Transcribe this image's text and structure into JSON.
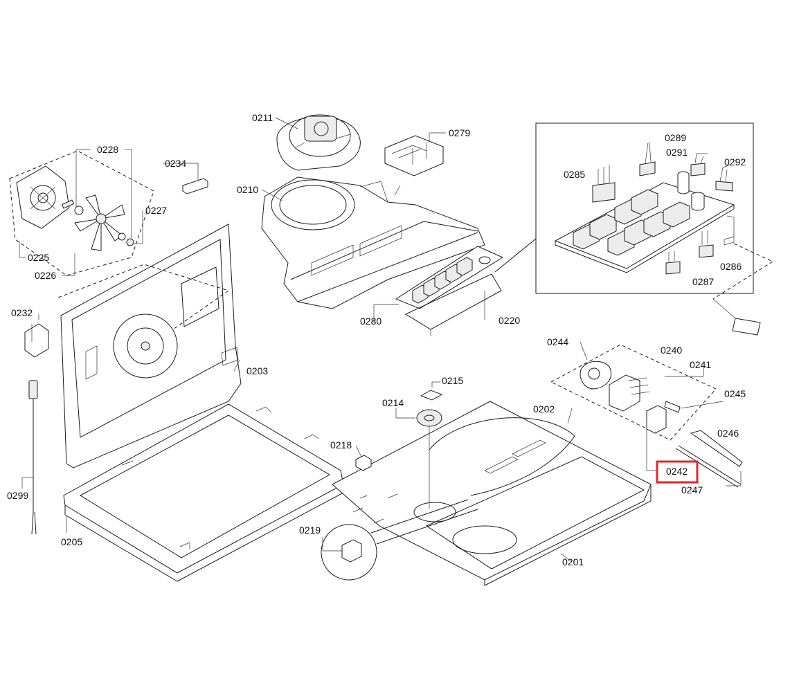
{
  "labels": {
    "p0201": "0201",
    "p0202": "0202",
    "p0203": "0203",
    "p0205": "0205",
    "p0210": "0210",
    "p0211": "0211",
    "p0214": "0214",
    "p0215": "0215",
    "p0218": "0218",
    "p0219": "0219",
    "p0220": "0220",
    "p0225": "0225",
    "p0226": "0226",
    "p0227": "0227",
    "p0228": "0228",
    "p0232": "0232",
    "p0234": "0234",
    "p0240": "0240",
    "p0241": "0241",
    "p0242": "0242",
    "p0244": "0244",
    "p0245": "0245",
    "p0246": "0246",
    "p0247": "0247",
    "p0279": "0279",
    "p0280": "0280",
    "p0285": "0285",
    "p0286": "0286",
    "p0287": "0287",
    "p0289": "0289",
    "p0291": "0291",
    "p0292": "0292",
    "p0299": "0299"
  },
  "highlighted_part": "0242",
  "highlight_color": "#e8232a"
}
